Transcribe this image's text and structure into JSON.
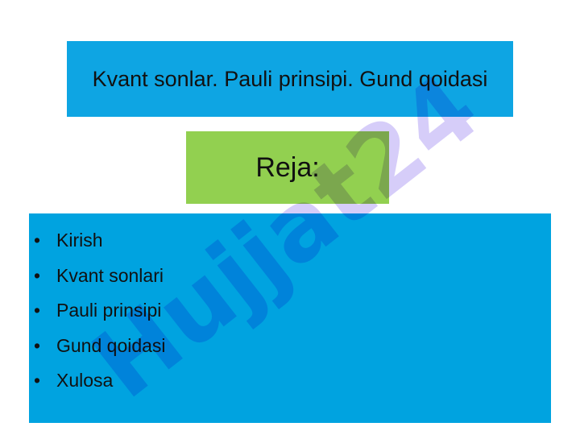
{
  "slide": {
    "title": "Kvant sonlar. Pauli prinsipi. Gund qoidasi",
    "subtitle": "Reja:",
    "items": [
      "Kirish",
      "Kvant sonlari",
      "Pauli prinsipi",
      "Gund qoidasi",
      "Xulosa"
    ]
  },
  "watermark": {
    "text": "Hujjat24"
  },
  "colors": {
    "title_bg": "#0ea5e3",
    "reja_bg": "#92d050",
    "list_bg": "#00a3e0",
    "watermark": "#c9bdf7"
  }
}
